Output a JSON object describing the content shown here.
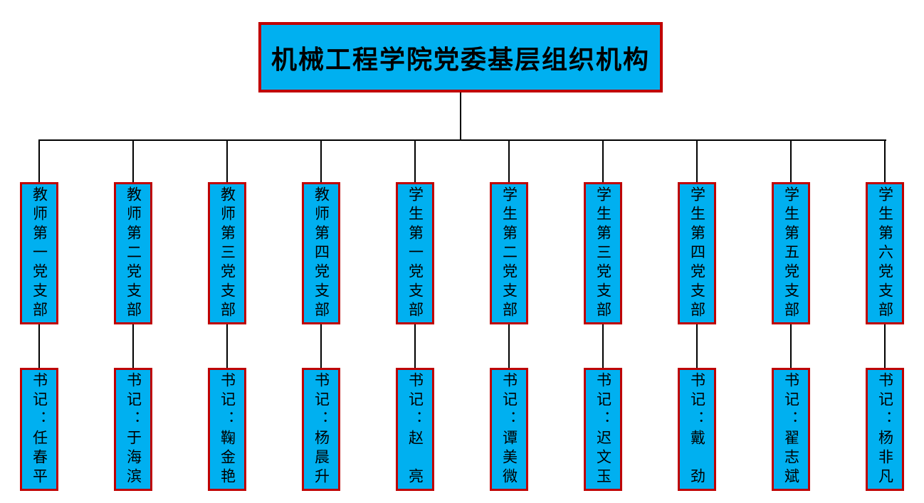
{
  "title": "机械工程学院党委基层组织机构",
  "colors": {
    "box_fill": "#00B0F0",
    "box_border": "#C00000",
    "line": "#000000",
    "text": "#000000",
    "background": "#FFFFFF"
  },
  "branches": [
    {
      "dept": "教师第一党支部",
      "secretary": "书记：任春平"
    },
    {
      "dept": "教师第二党支部",
      "secretary": "书记：于海滨"
    },
    {
      "dept": "教师第三党支部",
      "secretary": "书记：鞠金艳"
    },
    {
      "dept": "教师第四党支部",
      "secretary": "书记：杨晨升"
    },
    {
      "dept": "学生第一党支部",
      "secretary": "书记：赵　亮"
    },
    {
      "dept": "学生第二党支部",
      "secretary": "书记：谭美微"
    },
    {
      "dept": "学生第三党支部",
      "secretary": "书记：迟文玉"
    },
    {
      "dept": "学生第四党支部",
      "secretary": "书记：戴　劲"
    },
    {
      "dept": "学生第五党支部",
      "secretary": "书记：翟志斌"
    },
    {
      "dept": "学生第六党支部",
      "secretary": "书记：杨非凡"
    }
  ]
}
